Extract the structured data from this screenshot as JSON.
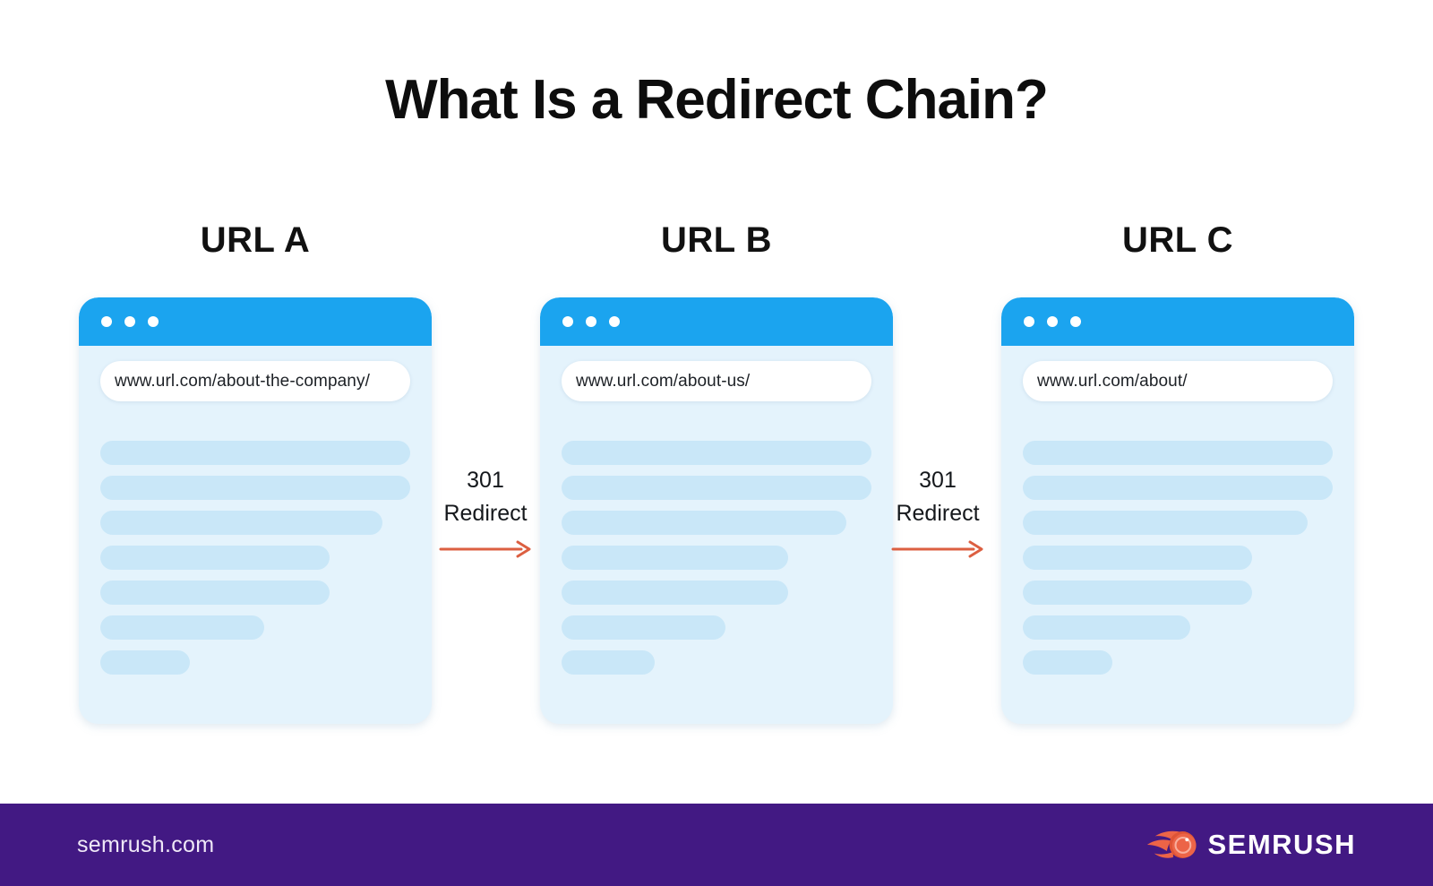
{
  "title": "What Is a Redirect Chain?",
  "diagram": {
    "browsers": [
      {
        "label": "URL A",
        "url": "www.url.com/about-the-company/",
        "skeleton_widths_pct": [
          100,
          100,
          91,
          74,
          74,
          53,
          29
        ]
      },
      {
        "label": "URL B",
        "url": "www.url.com/about-us/",
        "skeleton_widths_pct": [
          100,
          100,
          92,
          73,
          73,
          53,
          30
        ]
      },
      {
        "label": "URL C",
        "url": "www.url.com/about/",
        "skeleton_widths_pct": [
          100,
          100,
          92,
          74,
          74,
          54,
          29
        ]
      }
    ],
    "connectors": [
      {
        "status_code": "301",
        "status_label": "Redirect"
      },
      {
        "status_code": "301",
        "status_label": "Redirect"
      }
    ]
  },
  "footer": {
    "site_url": "semrush.com",
    "brand_name": "SEMRUSH"
  },
  "colors": {
    "browser_chrome_blue": "#1BA4EF",
    "browser_body_blue": "#E4F3FC",
    "skeleton_line_blue": "#C9E7F8",
    "arrow_orange": "#DC5F41",
    "footer_purple": "#421983",
    "logo_flame_orange": "#EC6447",
    "logo_flame_dark": "#DE5436"
  }
}
